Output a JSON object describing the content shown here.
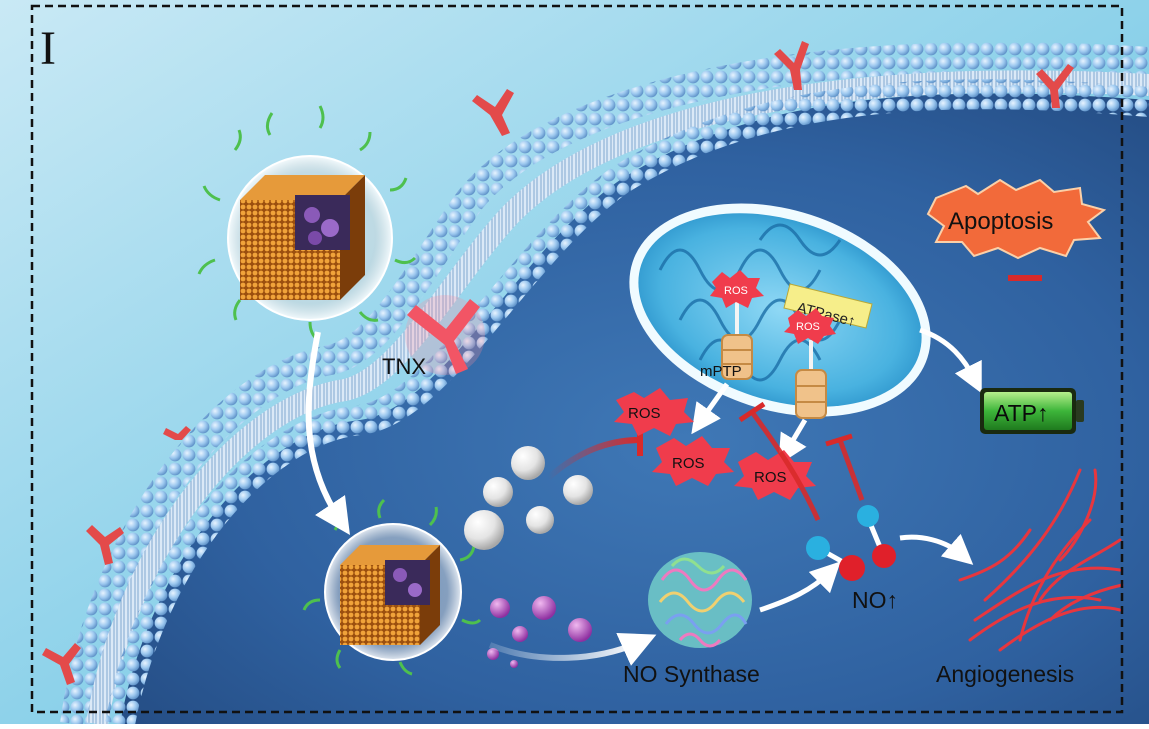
{
  "panel": {
    "letter": "I"
  },
  "labels": {
    "tnx": "TNX",
    "apoptosis": "Apoptosis",
    "atpase": "ATPase↑",
    "atp": "ATP↑",
    "mptp": "mPTP",
    "ros": "ROS",
    "no_synthase": "NO Synthase",
    "no": "NO↑",
    "angiogenesis": "Angiogenesis"
  },
  "colors": {
    "membrane_head": "#8fc0ea",
    "cytoplasm": "#2e5f9c",
    "mitochondrion": "#49b2e0",
    "ros_burst": "#f03c4c",
    "apoptosis_burst": "#f26a3a",
    "inhibit_arrow": "#d82a2a",
    "battery": "#3db53a",
    "atpase_box": "#f6ee8a",
    "nanocube": "#d07a20",
    "vessels": "#e8363e"
  }
}
